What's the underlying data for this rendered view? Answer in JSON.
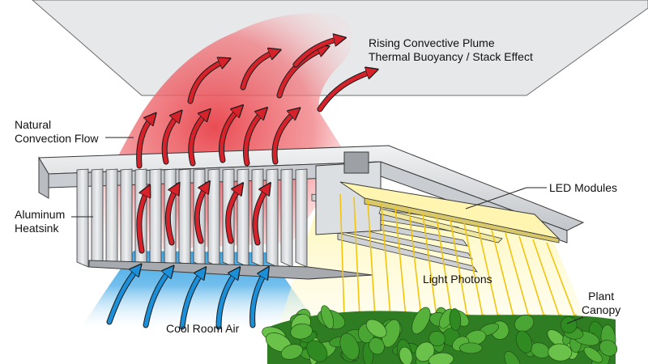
{
  "labels": {
    "plume_line1": "Rising Convective Plume",
    "plume_line2": "Thermal Buoyancy / Stack Effect",
    "natural_line1": "Natural",
    "natural_line2": "Convection Flow",
    "heatsink_line1": "Aluminum",
    "heatsink_line2": "Heatsink",
    "led_modules": "LED Modules",
    "light_photons": "Light Photons",
    "plant_line1": "Plant",
    "plant_line2": "Canopy",
    "cool_air": "Cool Room Air"
  },
  "colors": {
    "hot_air": "#e8434a",
    "cool_air": "#2a9be0",
    "light": "#f2d21b",
    "leaf": "#3f9a2c",
    "metal": "#d4d7da",
    "ceiling": "#e7e8ea"
  },
  "icons": {
    "hot_arrow": "red-curved-arrow",
    "cool_arrow": "blue-curved-arrow",
    "photon_arrow": "yellow-arrow"
  }
}
